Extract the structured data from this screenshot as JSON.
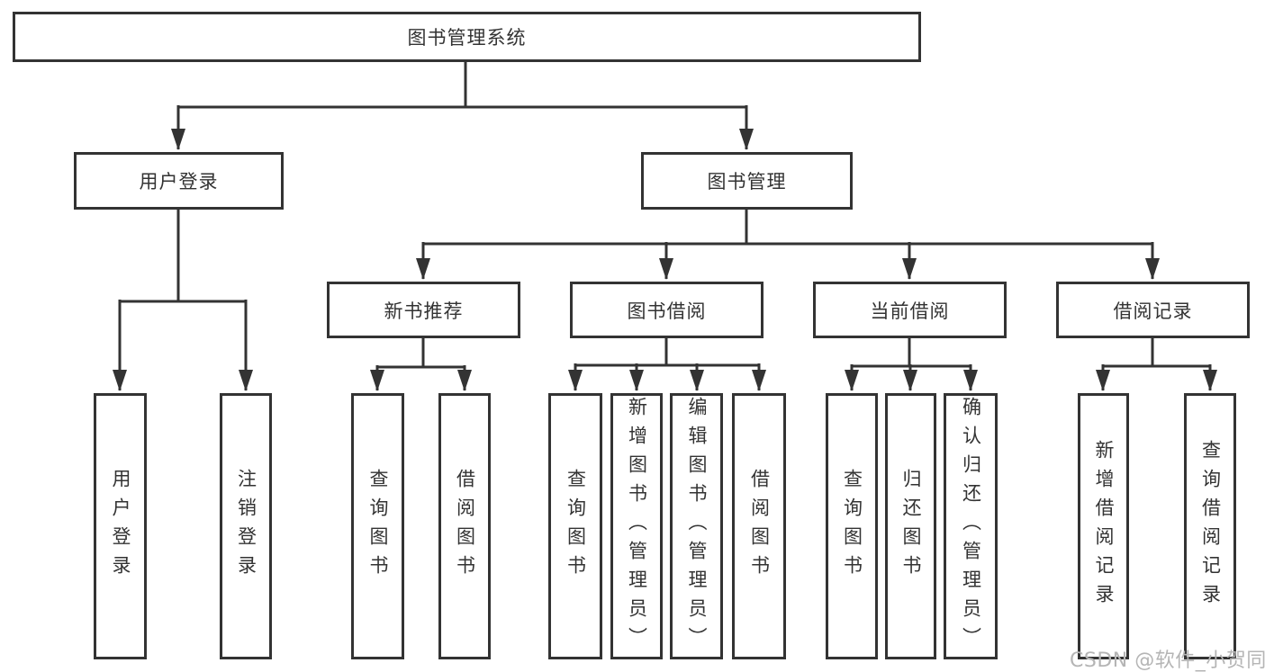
{
  "tree": {
    "root": {
      "label": "图书管理系统"
    },
    "branches": [
      {
        "label": "用户登录",
        "leaves": [
          {
            "label": "用户登录"
          },
          {
            "label": "注销登录"
          }
        ]
      },
      {
        "label": "图书管理",
        "groups": [
          {
            "label": "新书推荐",
            "leaves": [
              {
                "label": "查询图书"
              },
              {
                "label": "借阅图书"
              }
            ]
          },
          {
            "label": "图书借阅",
            "leaves": [
              {
                "label": "查询图书"
              },
              {
                "label": "新增图书（管理员）"
              },
              {
                "label": "编辑图书（管理员）"
              },
              {
                "label": "借阅图书"
              }
            ]
          },
          {
            "label": "当前借阅",
            "leaves": [
              {
                "label": "查询图书"
              },
              {
                "label": "归还图书"
              },
              {
                "label": "确认归还（管理员）"
              }
            ]
          },
          {
            "label": "借阅记录",
            "leaves": [
              {
                "label": "新增借阅记录"
              },
              {
                "label": "查询借阅记录"
              }
            ]
          }
        ]
      }
    ]
  },
  "watermark": {
    "text": "CSDN @软件_小贺同学"
  },
  "colors": {
    "line": "#333333",
    "text": "#333333",
    "watermark": "#b5b5b5",
    "background": "#ffffff"
  }
}
